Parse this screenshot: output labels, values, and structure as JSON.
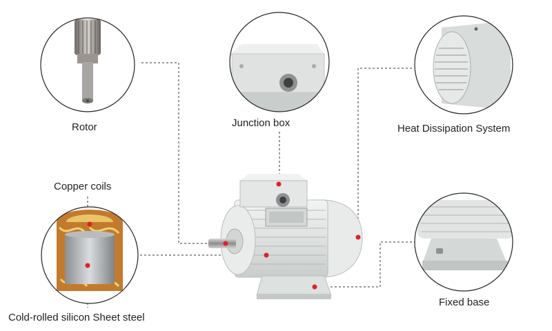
{
  "labels": {
    "rotor": "Rotor",
    "junction_box": "Junction box",
    "heat_dissipation": "Heat Dissipation System",
    "copper_coils": "Copper coils",
    "sheet_steel": "Cold-rolled silicon Sheet steel",
    "fixed_base": "Fixed base"
  },
  "colors": {
    "marker": "#e0202a",
    "leader": "#333333",
    "circle_stroke": "#222222",
    "motor_body": "#e4e7e5",
    "motor_shadow": "#b8bdbb",
    "copper": "#c47a2c"
  }
}
